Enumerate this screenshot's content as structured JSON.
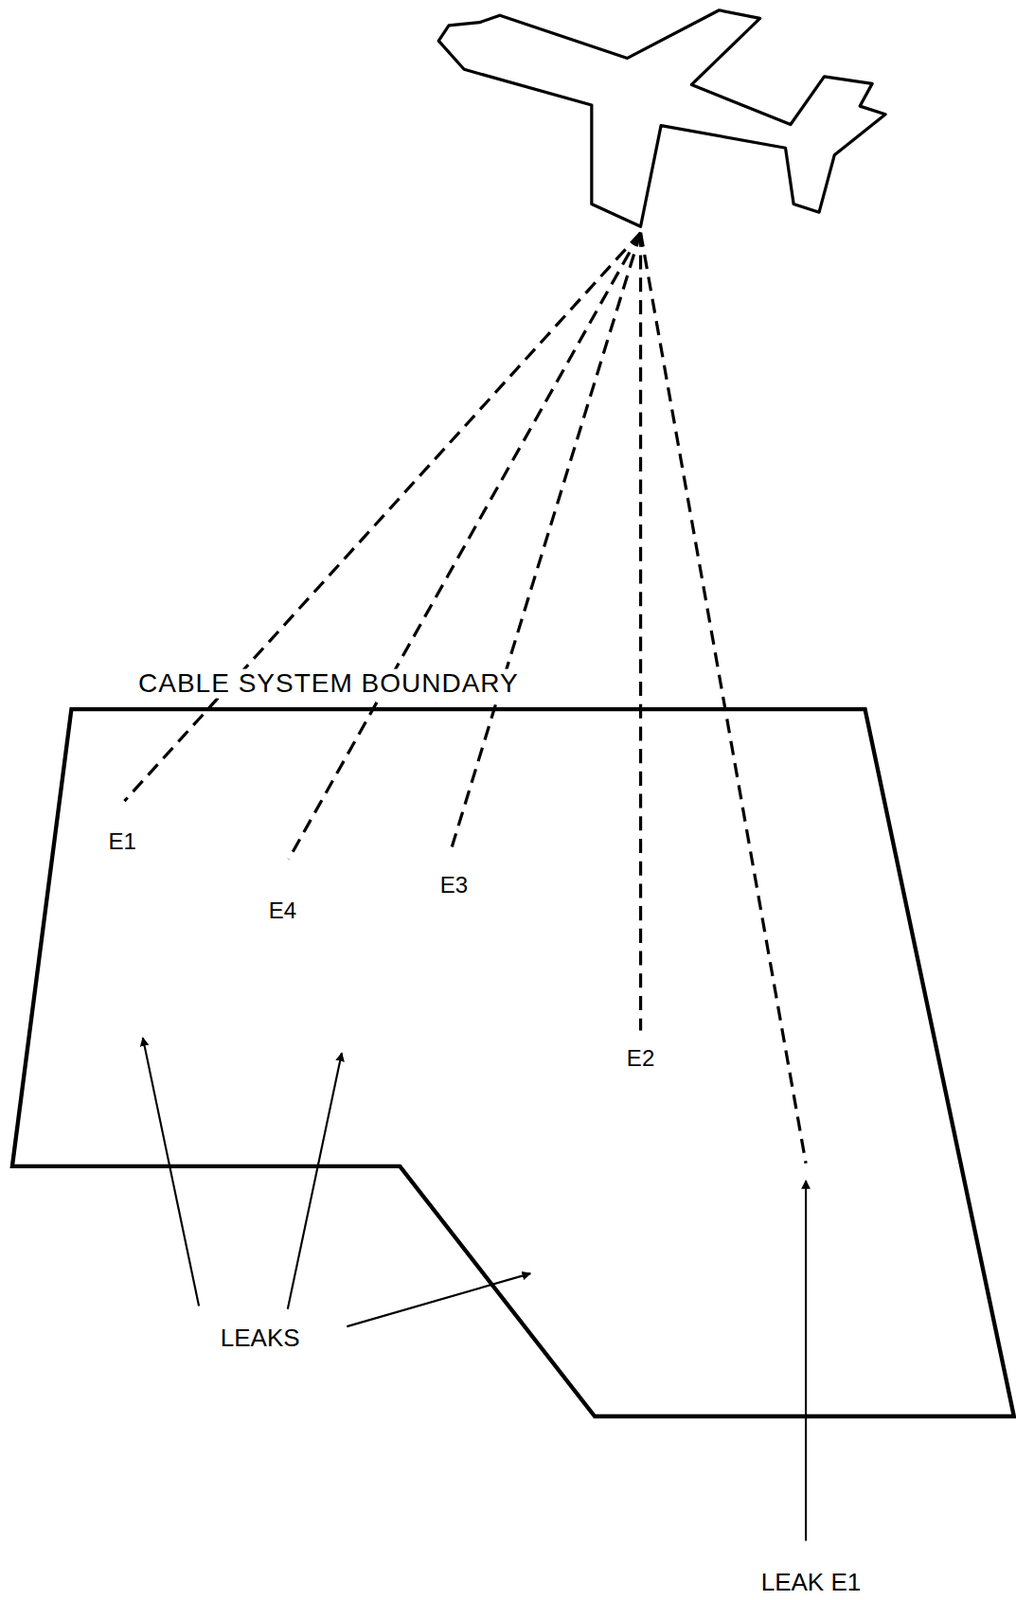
{
  "diagram": {
    "labels": [
      "CABLE SYSTEM BOUNDARY",
      "E1",
      "E4",
      "E3",
      "E2",
      "LEAKS",
      "LEAK E1"
    ]
  }
}
